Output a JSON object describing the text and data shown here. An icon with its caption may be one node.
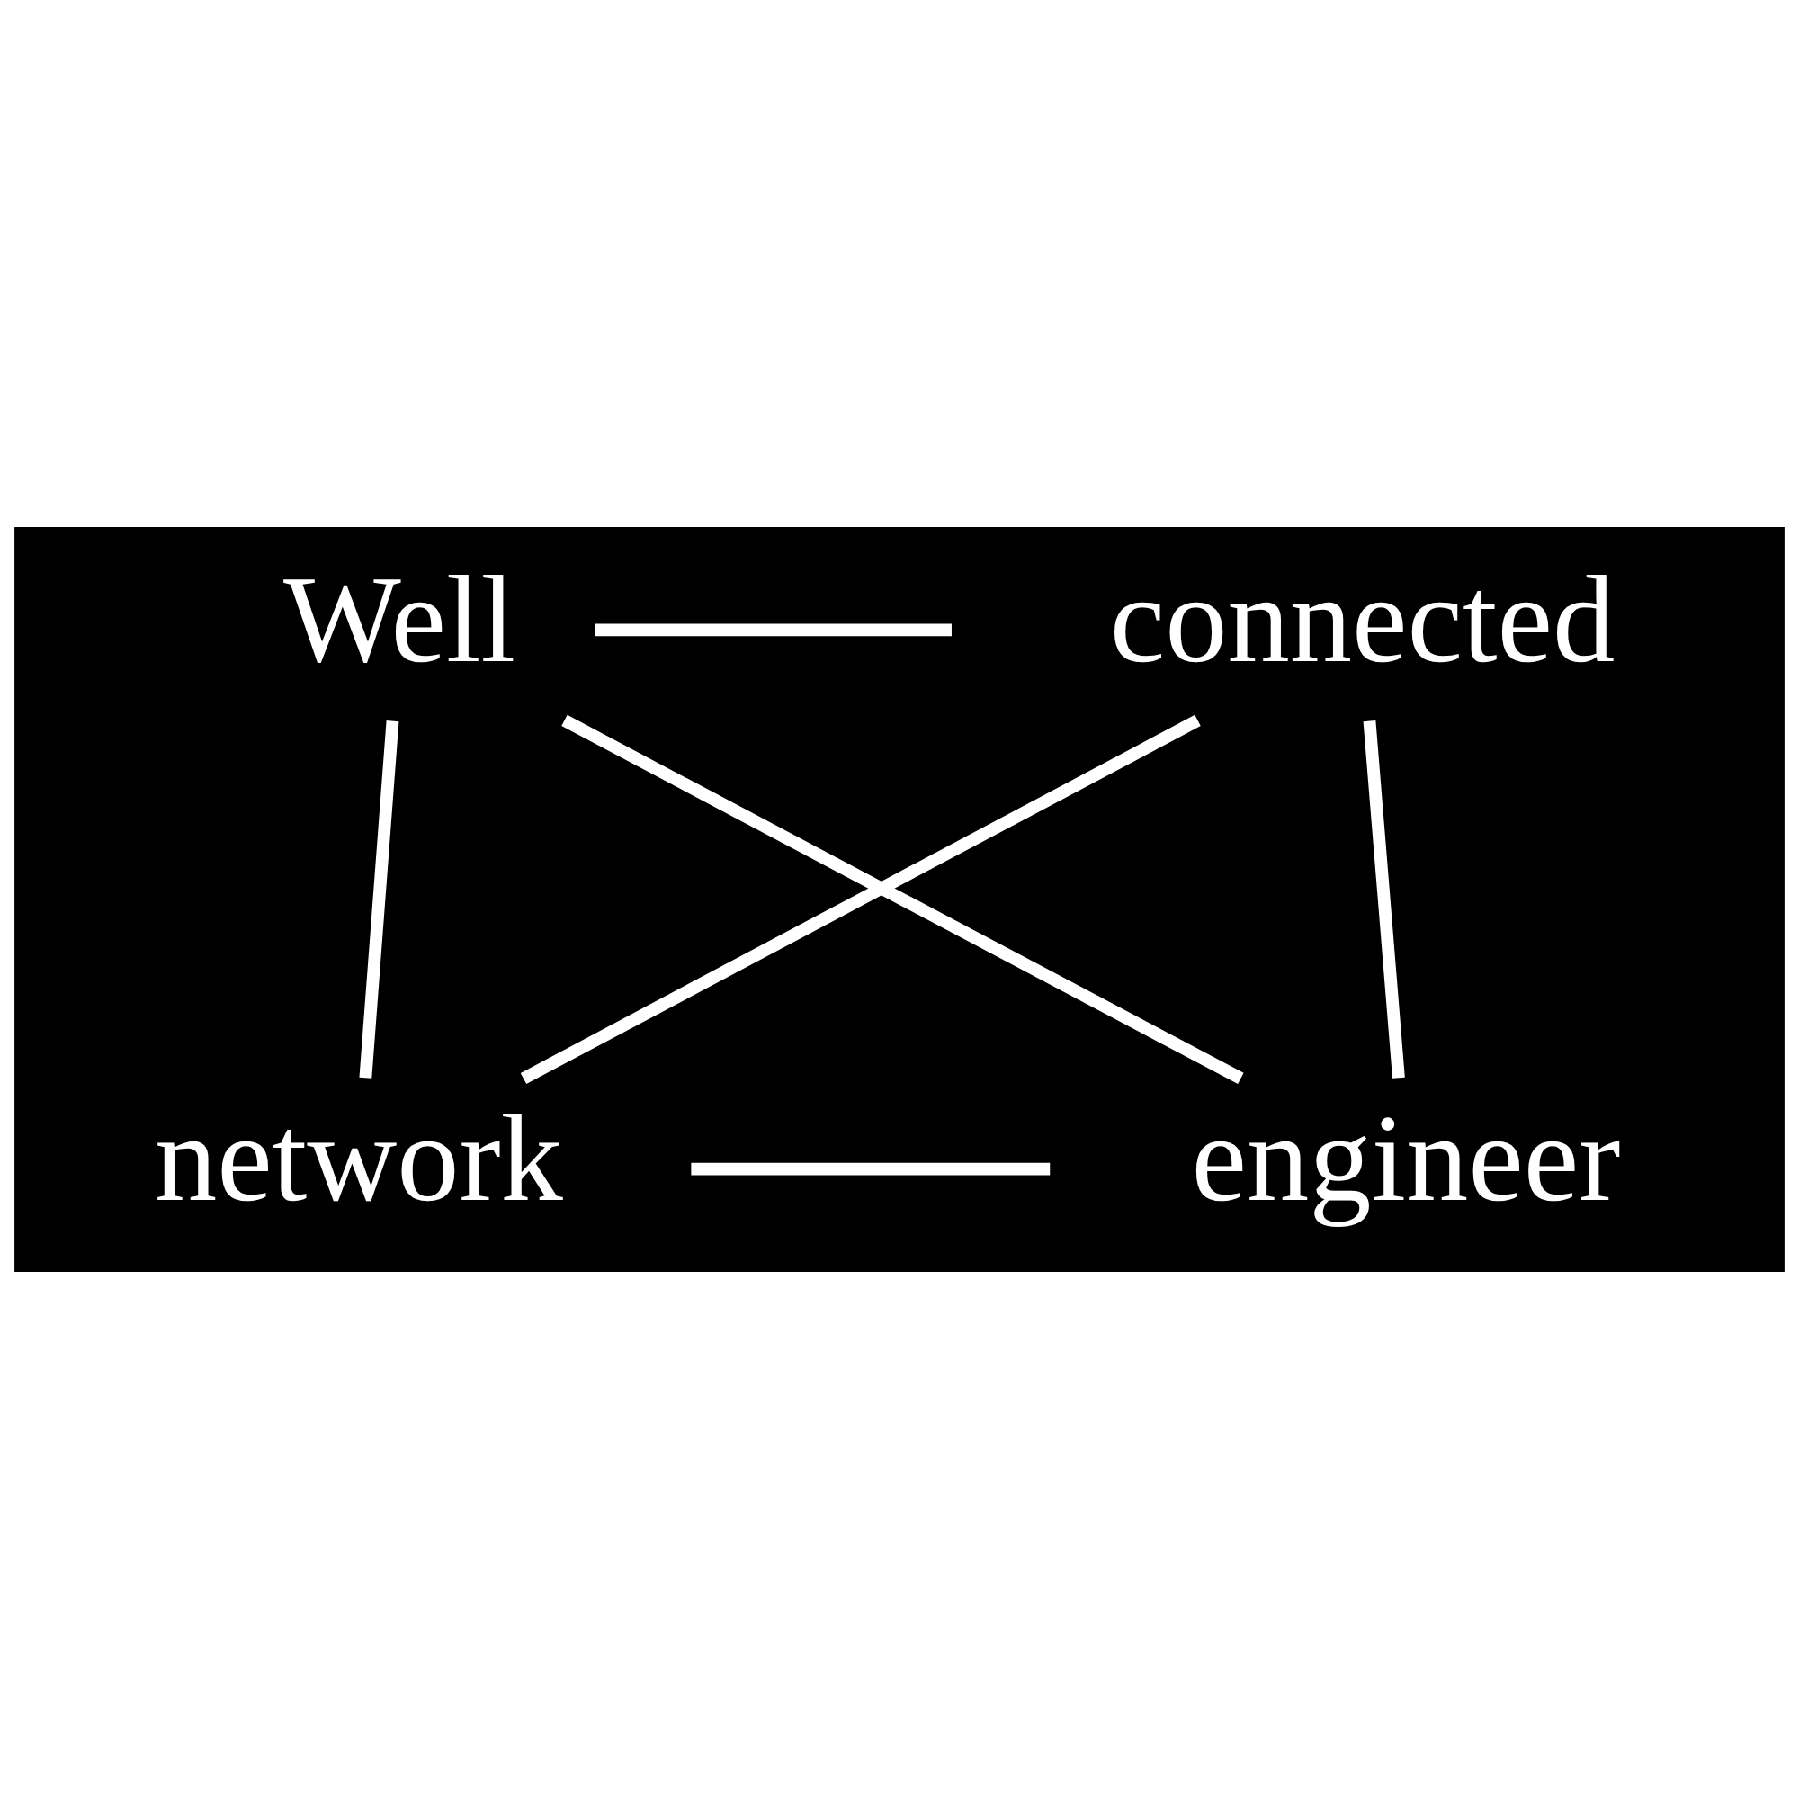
{
  "diagram": {
    "nodes": [
      {
        "text": [
          "Well"
        ]
      },
      {
        "text": [
          "connected"
        ]
      },
      {
        "text": [
          "engineer"
        ]
      },
      {
        "text": [
          "network"
        ]
      }
    ],
    "edges": [
      {
        "from": 0,
        "to": 1,
        "arrow": "none"
      },
      {
        "from": 0,
        "to": 3,
        "arrow": "none"
      },
      {
        "from": 0,
        "to": 2,
        "arrow": "none"
      },
      {
        "from": 1,
        "to": 3,
        "arrow": "none"
      },
      {
        "from": 1,
        "to": 2,
        "arrow": "none"
      },
      {
        "from": 3,
        "to": 2,
        "arrow": "none"
      }
    ]
  }
}
